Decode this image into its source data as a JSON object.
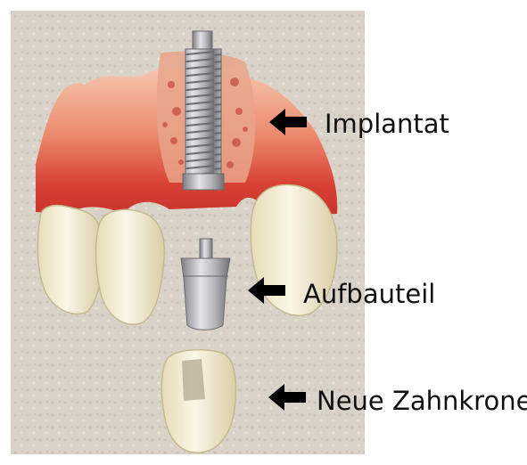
{
  "labels": {
    "implant": "Implantat",
    "abutment": "Aufbauteil",
    "crown": "Neue Zahnkrone"
  },
  "icons": [
    "arrow-left-icon"
  ],
  "colors": {
    "background_paper": "#d9d1c7",
    "gum": "#d8473a",
    "gum_light": "#f3b39a",
    "bone": "#e5a28c",
    "tooth": "#f1ead0",
    "metal": "#a8a8ac",
    "label_text": "#111111"
  }
}
